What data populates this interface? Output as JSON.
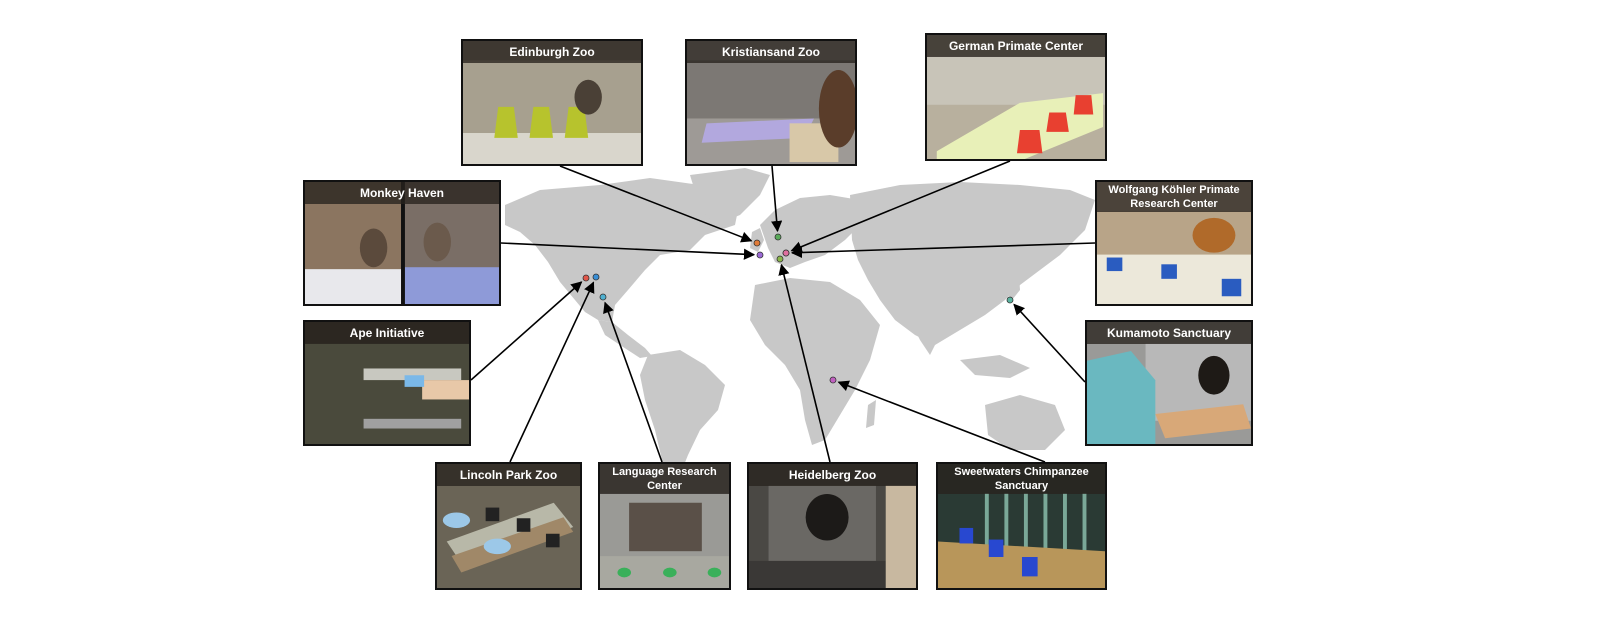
{
  "sites": [
    {
      "id": "edinburgh",
      "name": "Edinburgh Zoo",
      "dot_color": "#e07b39"
    },
    {
      "id": "kristiansand",
      "name": "Kristiansand Zoo",
      "dot_color": "#5aaa5a"
    },
    {
      "id": "german-primate",
      "name": "German Primate Center",
      "dot_color": "#6aa84f"
    },
    {
      "id": "monkey-haven",
      "name": "Monkey Haven",
      "dot_color": "#9b6ad6"
    },
    {
      "id": "wolfgang-kohler",
      "name": "Wolfgang Köhler Primate Research Center",
      "dot_color": "#e06fa0"
    },
    {
      "id": "ape-initiative",
      "name": "Ape Initiative",
      "dot_color": "#e0574a"
    },
    {
      "id": "kumamoto",
      "name": "Kumamoto Sanctuary",
      "dot_color": "#5ab3a0"
    },
    {
      "id": "lincoln-park",
      "name": "Lincoln Park Zoo",
      "dot_color": "#3a8fd6"
    },
    {
      "id": "language-research",
      "name": "Language Research Center",
      "dot_color": "#4fb0d0"
    },
    {
      "id": "heidelberg",
      "name": "Heidelberg Zoo",
      "dot_color": "#8ab54a"
    },
    {
      "id": "sweetwaters",
      "name": "Sweetwaters Chimpanzee Sanctuary",
      "dot_color": "#c060c0"
    }
  ],
  "colors": {
    "land": "#c8c8c8",
    "ocean": "#ffffff",
    "arrow": "#000000",
    "box_border": "#111111"
  }
}
